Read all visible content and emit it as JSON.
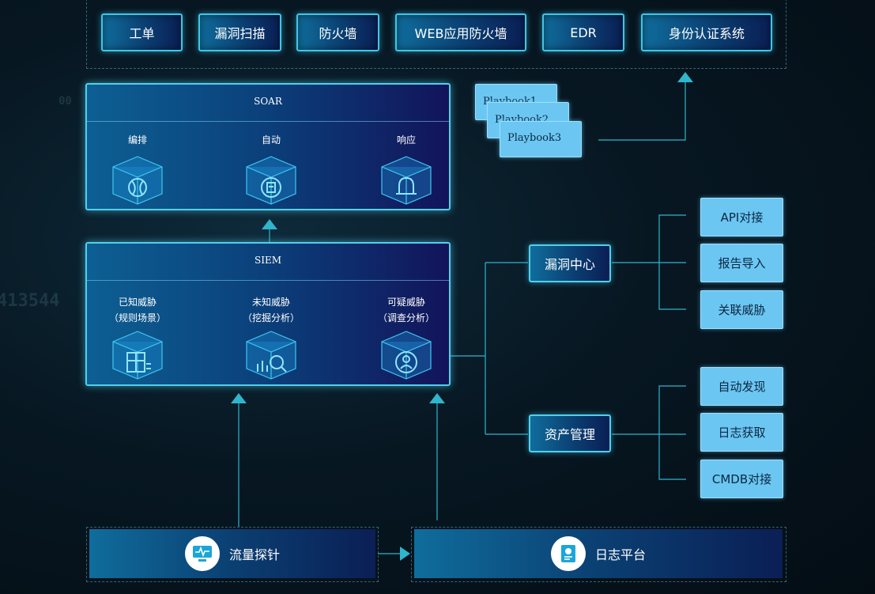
{
  "background_numbers": [
    "413544",
    "00"
  ],
  "top_buttons": [
    "工单",
    "漏洞扫描",
    "防火墙",
    "WEB应用防火墙",
    "EDR",
    "身份认证系统"
  ],
  "soar": {
    "title": "SOAR",
    "items": [
      {
        "label": "编排",
        "icon": "orchestration-cube-icon"
      },
      {
        "label": "自动",
        "icon": "automation-cube-icon"
      },
      {
        "label": "响应",
        "icon": "bell-cube-icon"
      }
    ]
  },
  "playbooks": [
    "Playbook1",
    "Playbook2",
    "Playbook3"
  ],
  "siem": {
    "title": "SIEM",
    "items": [
      {
        "label": "已知威胁",
        "sub": "（规则场景）",
        "icon": "rules-cube-icon"
      },
      {
        "label": "未知威胁",
        "sub": "（挖掘分析）",
        "icon": "mining-cube-icon"
      },
      {
        "label": "可疑威胁",
        "sub": "（调查分析）",
        "icon": "investigation-cube-icon"
      }
    ]
  },
  "vuln_center": {
    "label": "漏洞中心",
    "items": [
      "API对接",
      "报告导入",
      "关联威胁"
    ]
  },
  "asset_mgmt": {
    "label": "资产管理",
    "items": [
      "自动发现",
      "日志获取",
      "CMDB对接"
    ]
  },
  "sources": [
    {
      "label": "流量探针",
      "icon": "monitor-icon"
    },
    {
      "label": "日志平台",
      "icon": "log-document-icon"
    }
  ],
  "colors": {
    "accent": "#4fd0ec",
    "light_box": "#6cc6f2",
    "arrow": "#2fb5cc"
  }
}
